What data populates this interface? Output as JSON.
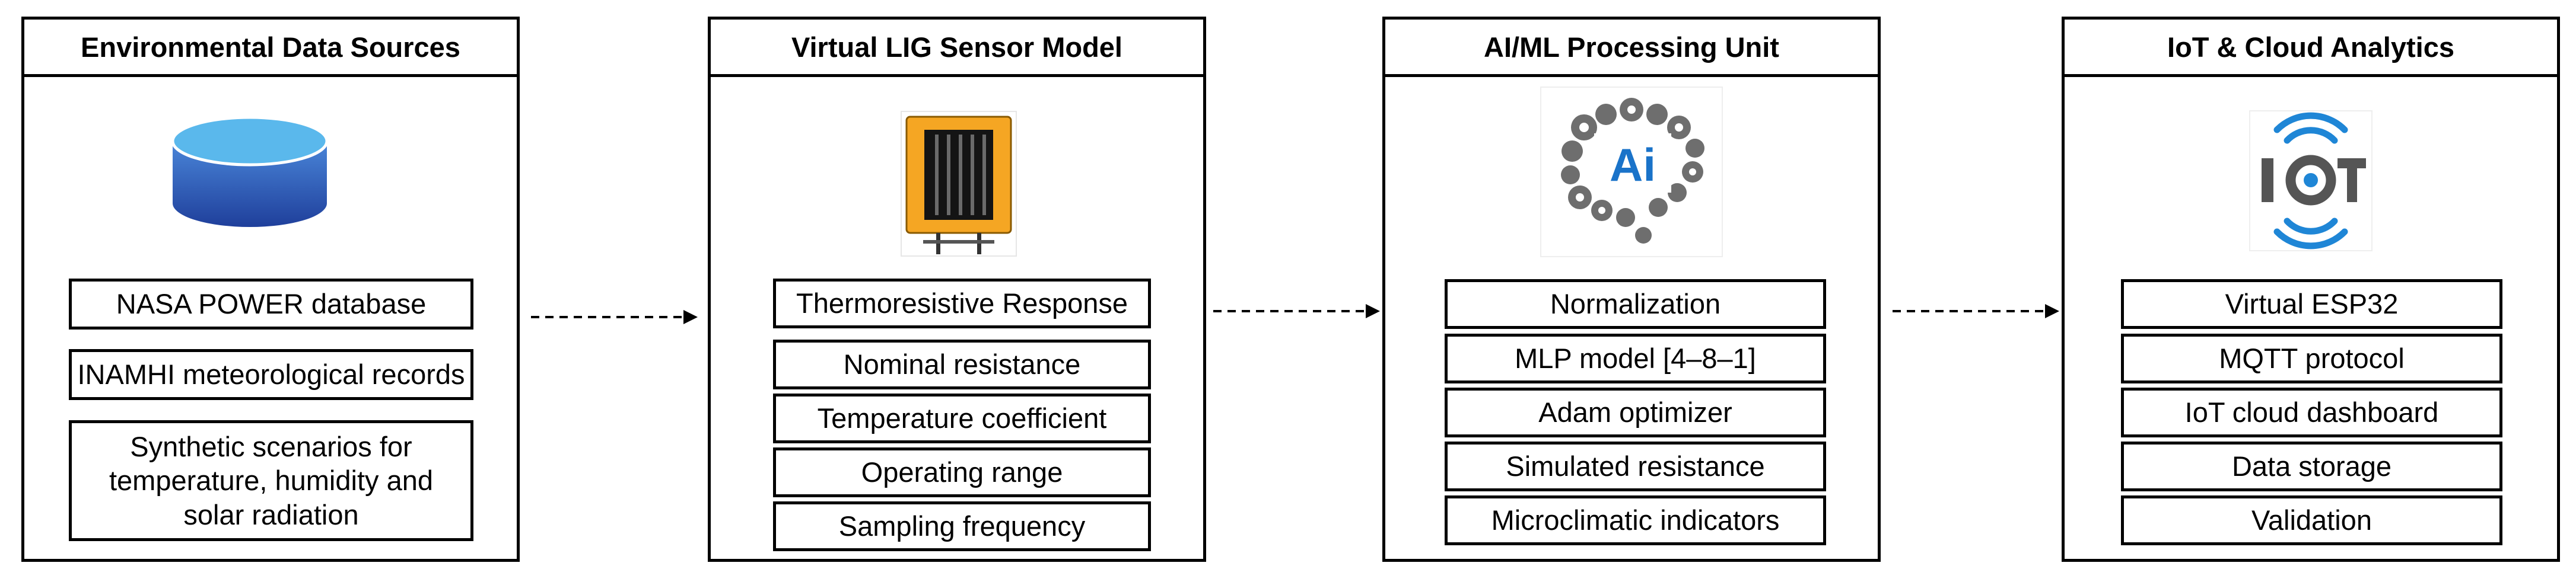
{
  "panels": [
    {
      "title": "Environmental Data Sources",
      "icon": "database-icon",
      "items": [
        "NASA POWER database",
        "INAMHI meteorological records",
        "Synthetic scenarios for temperature, humidity and solar radiation"
      ]
    },
    {
      "title": "Virtual LIG Sensor Model",
      "icon": "sensor-icon",
      "items": [
        "Thermoresistive Response",
        "Nominal resistance",
        "Temperature coefficient",
        "Operating range",
        "Sampling frequency"
      ]
    },
    {
      "title": "AI/ML Processing Unit",
      "icon": "ai-brain-icon",
      "icon_text": "Ai",
      "items": [
        "Normalization",
        "MLP model [4–8–1]",
        "Adam optimizer",
        "Simulated resistance",
        "Microclimatic indicators"
      ]
    },
    {
      "title": "IoT & Cloud Analytics",
      "icon": "iot-icon",
      "icon_text": "IOT",
      "items": [
        "Virtual ESP32",
        "MQTT protocol",
        "IoT cloud dashboard",
        "Data storage",
        "Validation"
      ]
    }
  ],
  "colors": {
    "database_top": "#5ab8ec",
    "database_bottom": "#1f3f9b",
    "sensor_body": "#f5a623",
    "ai_text": "#1a73c9",
    "iot_blue": "#1f86d6",
    "iot_gray": "#555555"
  }
}
